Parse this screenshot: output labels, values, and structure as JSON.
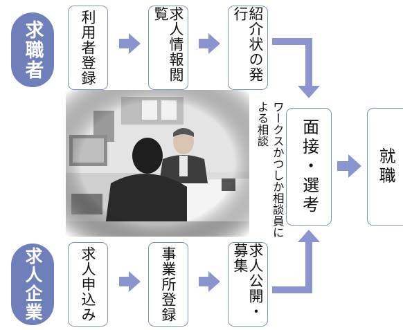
{
  "roles": {
    "job_seeker": "求職者",
    "company": "求人企業"
  },
  "steps": {
    "seeker": [
      "利用者登録",
      "求人情報閲覧",
      "紹介状の発行"
    ],
    "company": [
      "求人申込み",
      "事業所登録",
      "求人公開・募集"
    ]
  },
  "consultation_label": "ワークスかつしか相談員による相談",
  "selection": "面接・選考",
  "outcome": "就職",
  "colors": {
    "accent": "#6f7fba",
    "arrow": "#8a95cf",
    "border": "#7f8fbf"
  }
}
